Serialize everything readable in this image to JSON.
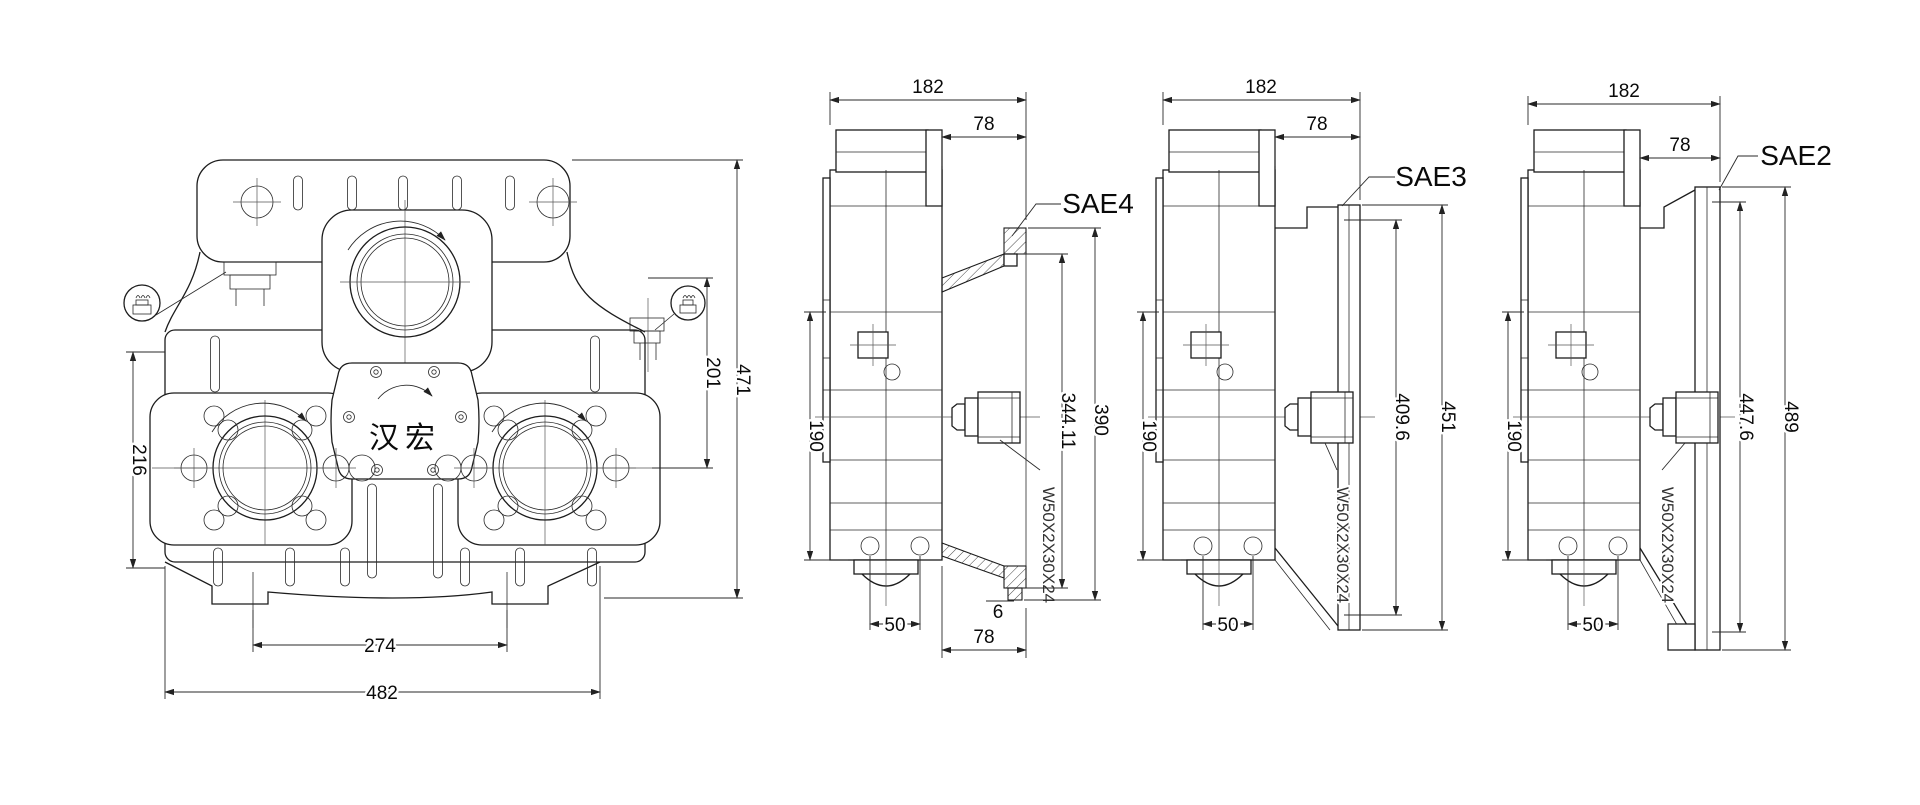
{
  "brand_label": "汉宏",
  "front_view": {
    "dim_left_height": "216",
    "dim_right_upper": "201",
    "dim_right_overall": "471",
    "dim_feet_spacing": "274",
    "dim_overall_width": "482"
  },
  "views": [
    {
      "label": "SAE4",
      "dim_depth": "182",
      "dim_bell": "78",
      "dim_body_height": "190",
      "dim_sump": "50",
      "dim_inner": "344.11",
      "dim_outer": "390",
      "dim_lip": "6",
      "dim_bell_bottom": "78",
      "spline": "W50X2X30X24"
    },
    {
      "label": "SAE3",
      "dim_depth": "182",
      "dim_bell": "78",
      "dim_body_height": "190",
      "dim_sump": "50",
      "dim_inner": "409.6",
      "dim_outer": "451",
      "spline": "W50X2X30X24"
    },
    {
      "label": "SAE2",
      "dim_depth": "182",
      "dim_bell": "78",
      "dim_body_height": "190",
      "dim_sump": "50",
      "dim_inner": "447.6",
      "dim_outer": "489",
      "spline": "W50X2X30X24"
    }
  ]
}
